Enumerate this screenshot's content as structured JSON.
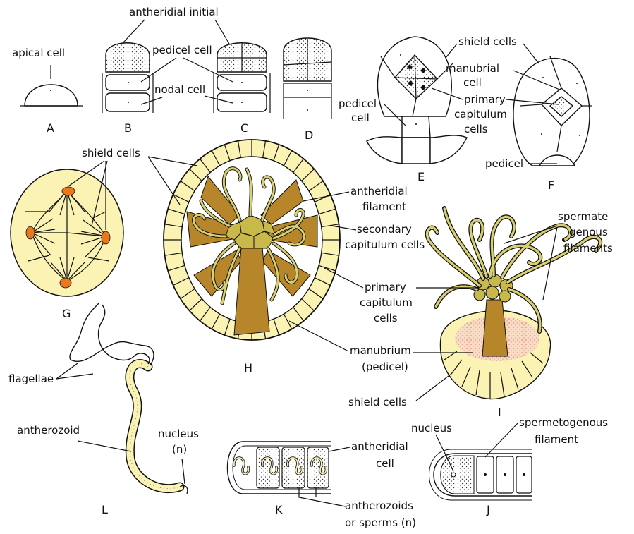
{
  "labels": {
    "apical_cell": "apical cell",
    "antheridial_initial": "antheridial initial",
    "pedicel_cell_b": "pedicel cell",
    "nodal_cell": "nodal cell",
    "shield_cells_f": "shield cells",
    "manubrial_cell_1": "manubrial",
    "manubrial_cell_2": "cell",
    "primary_capitulum_f_1": "primary",
    "primary_capitulum_f_2": "capitulum",
    "primary_capitulum_f_3": "cells",
    "pedicel_cell_e_1": "pedicel",
    "pedicel_cell_e_2": "cell",
    "pedicel_f": "pedicel",
    "shield_cells_g": "shield cells",
    "antheridial_filament_1": "antheridial",
    "antheridial_filament_2": "filament",
    "secondary_capitulum_1": "secondary",
    "secondary_capitulum_2": "capitulum cells",
    "primary_capitulum_h_1": "primary",
    "primary_capitulum_h_2": "capitulum",
    "primary_capitulum_h_3": "cells",
    "manubrium_1": "manubrium",
    "manubrium_2": "(pedicel)",
    "spermatogenous_1": "spermate",
    "spermatogenous_2": "genous",
    "spermatogenous_3": "filaments",
    "shield_cells_i": "shield cells",
    "flagellae": "flagellae",
    "antherozoid": "antherozoid",
    "nucleus_l_1": "nucleus",
    "nucleus_l_2": "(n)",
    "antheridial_cell_1": "antheridial",
    "antheridial_cell_2": "cell",
    "antherozoids_1": "antherozoids",
    "antherozoids_2": "or sperms (n)",
    "nucleus_j": "nucleus",
    "spermetogenous_1": "spermetogenous",
    "spermetogenous_2": "filament"
  },
  "figure_letters": {
    "A": "A",
    "B": "B",
    "C": "C",
    "D": "D",
    "E": "E",
    "F": "F",
    "G": "G",
    "H": "H",
    "I": "I",
    "J": "J",
    "K": "K",
    "L": "L"
  },
  "colors": {
    "light_yellow": "#f7f0a0",
    "pale_yellow": "#fbf3b4",
    "olive": "#c9b94a",
    "brown": "#b8862a",
    "orange": "#e8781a",
    "pink": "#f0b8a8"
  }
}
